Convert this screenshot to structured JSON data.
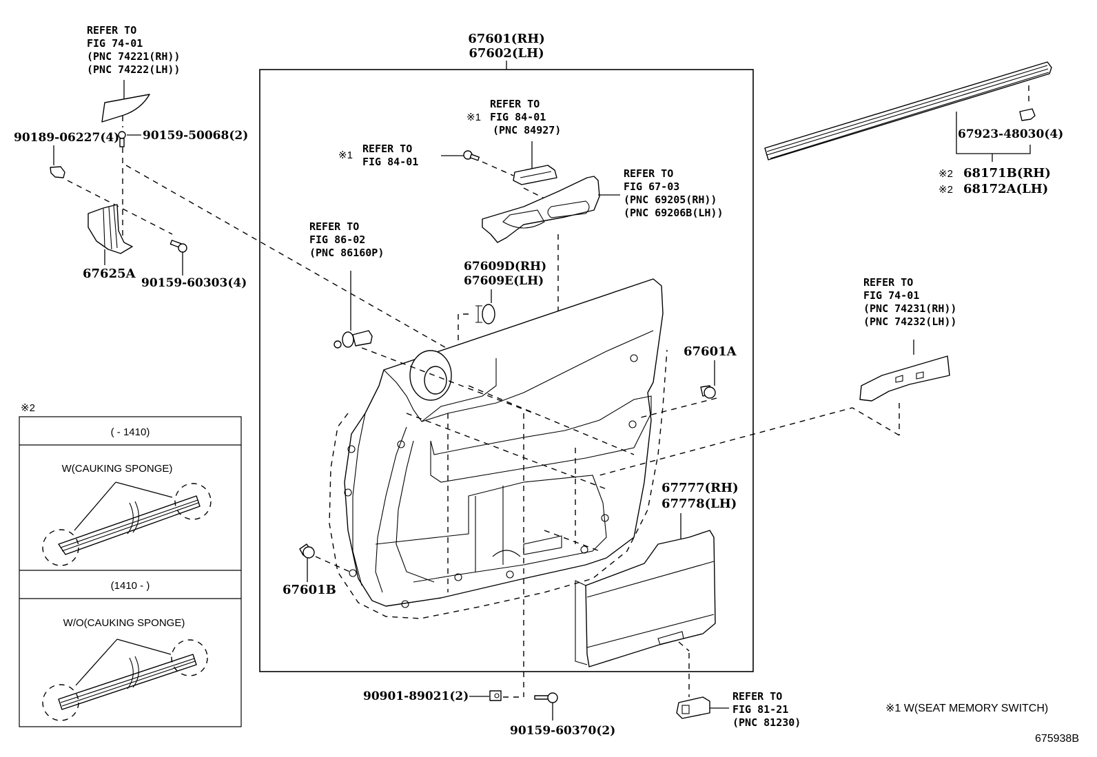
{
  "diagram": {
    "type": "exploded-parts-diagram",
    "figure_id": "675938B",
    "footnote": "※1 W(SEAT MEMORY SWITCH)",
    "callouts": {
      "main_panel": {
        "line1": "67601(RH)",
        "line2": "67602(LH)"
      },
      "ref_74221": {
        "line1": "REFER TO",
        "line2": "FIG 74-01",
        "line3": "(PNC 74221(RH))",
        "line4": "(PNC 74222(LH))"
      },
      "clip_90189": {
        "text": "90189-06227(4)"
      },
      "screw_90159_50068": {
        "text": "90159-50068(2)"
      },
      "bracket_67625A": {
        "text": "67625A"
      },
      "screw_90159_60303": {
        "text": "90159-60303(4)"
      },
      "ref_84927": {
        "mark": "※1",
        "line1": "REFER TO",
        "line2": "FIG 84-01",
        "line3": "(PNC 84927)"
      },
      "ref_84_01_screw": {
        "mark": "※1",
        "line1": "REFER TO",
        "line2": "FIG 84-01"
      },
      "ref_67_03": {
        "line1": "REFER TO",
        "line2": "FIG 67-03",
        "line3": "(PNC 69205(RH))",
        "line4": "(PNC 69206B(LH))"
      },
      "ref_86_02": {
        "line1": "REFER TO",
        "line2": "FIG 86-02",
        "line3": "(PNC 86160P)"
      },
      "cap_67609": {
        "line1": "67609D(RH)",
        "line2": "67609E(LH)"
      },
      "clip_67601A": {
        "text": "67601A"
      },
      "clip_67601B": {
        "text": "67601B"
      },
      "lower_panel": {
        "line1": "67777(RH)",
        "line2": "67778(LH)"
      },
      "clip_90901": {
        "text": "90901-89021(2)"
      },
      "screw_90159_60370": {
        "text": "90159-60370(2)"
      },
      "ref_81_21": {
        "line1": "REFER TO",
        "line2": "FIG 81-21",
        "line3": "(PNC 81230)"
      },
      "weatherstrip": {
        "mark1": "※2",
        "line1": "68171B(RH)",
        "mark2": "※2",
        "line2": "68172A(LH)"
      },
      "clip_67923": {
        "text": "67923-48030(4)"
      },
      "ref_74231": {
        "line1": "REFER TO",
        "line2": "FIG 74-01",
        "line3": "(PNC 74231(RH))",
        "line4": "(PNC 74232(LH))"
      }
    },
    "inset": {
      "mark": "※2",
      "sections": [
        {
          "period": "(     - 1410)",
          "caption": "W(CAUKING SPONGE)"
        },
        {
          "period": "(1410 -     )",
          "caption": "W/O(CAUKING SPONGE)"
        }
      ]
    }
  }
}
